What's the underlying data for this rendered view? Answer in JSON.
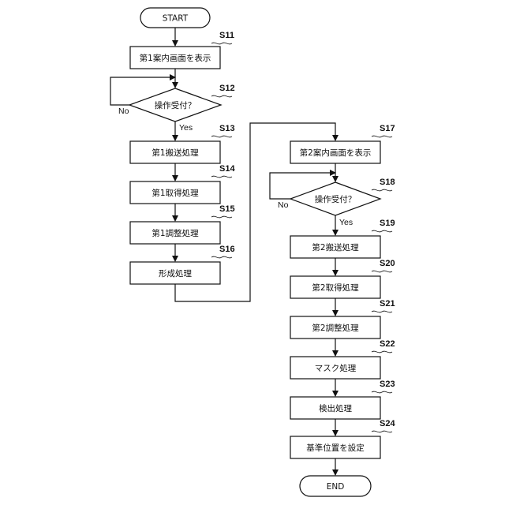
{
  "flowchart": {
    "start": "START",
    "end": "END",
    "left_column": [
      {
        "step": "S11",
        "label": "第1案内画面を表示"
      },
      {
        "step": "S12",
        "label": "操作受付？"
      },
      {
        "step": "S13",
        "label": "第1搬送処理"
      },
      {
        "step": "S14",
        "label": "第1取得処理"
      },
      {
        "step": "S15",
        "label": "第1調整処理"
      },
      {
        "step": "S16",
        "label": "形成処理"
      }
    ],
    "right_column": [
      {
        "step": "S17",
        "label": "第2案内画面を表示"
      },
      {
        "step": "S18",
        "label": "操作受付？"
      },
      {
        "step": "S19",
        "label": "第2搬送処理"
      },
      {
        "step": "S20",
        "label": "第2取得処理"
      },
      {
        "step": "S21",
        "label": "第2調整処理"
      },
      {
        "step": "S22",
        "label": "マスク処理"
      },
      {
        "step": "S23",
        "label": "検出処理"
      },
      {
        "step": "S24",
        "label": "基準位置を設定"
      }
    ],
    "yes_label": "Yes",
    "no_label": "No"
  }
}
